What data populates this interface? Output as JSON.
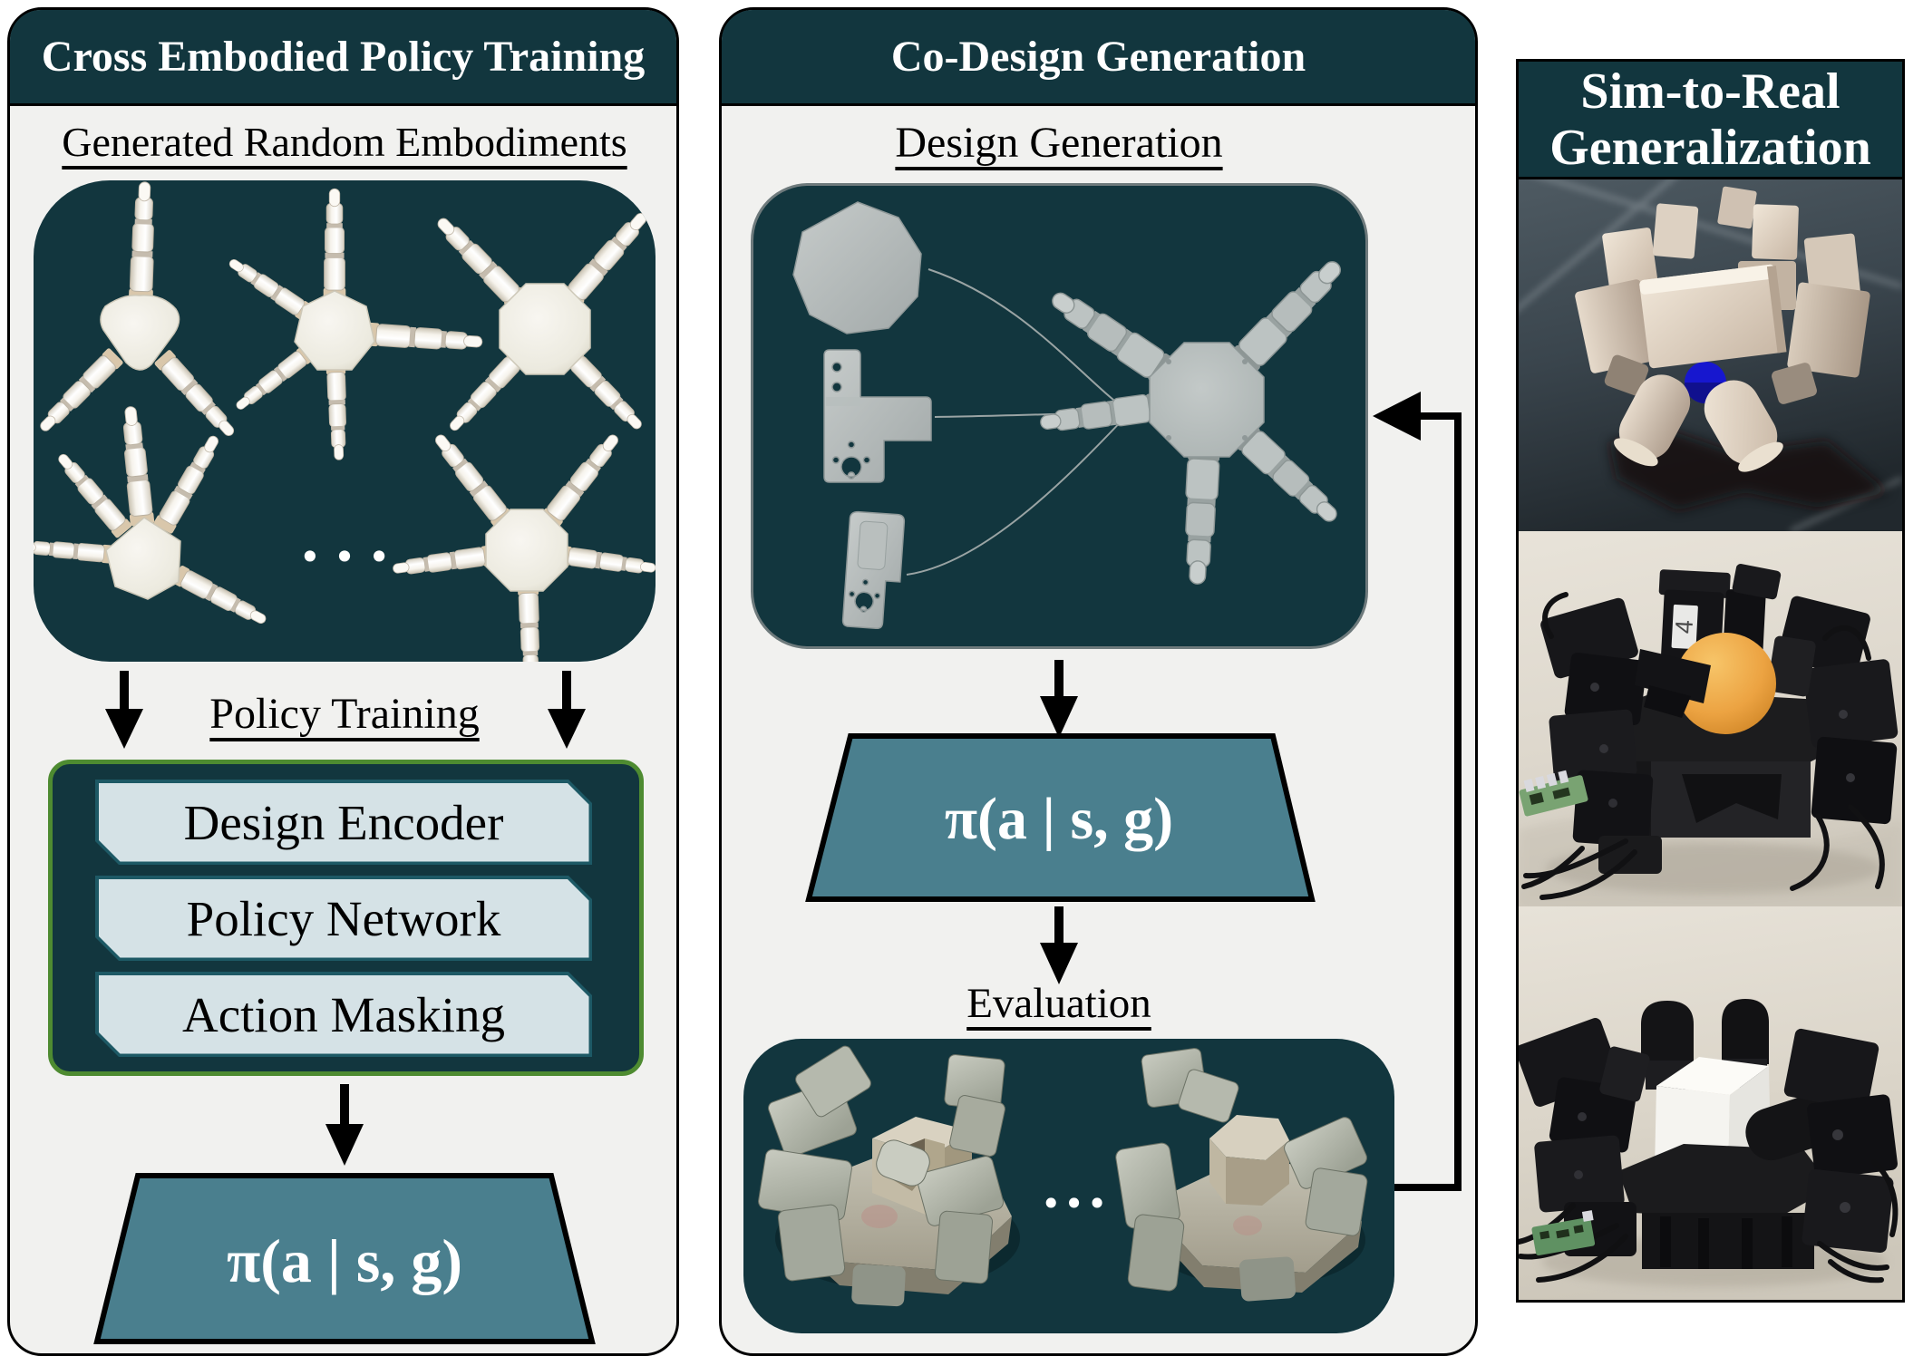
{
  "palette": {
    "dark_teal": "#12363e",
    "panel_bg": "#f1f1ef",
    "page_bg": "#ffffff",
    "light_blue": "#d5e2e6",
    "box_border_teal": "#1d5965",
    "green_border": "#4e8b31",
    "trapezoid_fill": "#4a7f8e",
    "arrow_black": "#000000",
    "white_hand": "#f3f0e9",
    "gray_part": "#b4bab9",
    "orange_ball": "#eda33f",
    "blue_ball": "#1b1bd6"
  },
  "left_panel": {
    "title": "Cross Embodied Policy Training",
    "section_heading": "Generated Random Embodiments",
    "training_heading": "Policy Training",
    "pipeline_boxes": [
      {
        "label": "Design Encoder"
      },
      {
        "label": "Policy Network"
      },
      {
        "label": "Action Masking"
      }
    ],
    "policy_symbol": "π(a | s, g)",
    "ellipsis": "• • •"
  },
  "middle_panel": {
    "title": "Co-Design Generation",
    "design_heading": "Design Generation",
    "policy_symbol": "π(a | s, g)",
    "evaluation_heading": "Evaluation",
    "ellipsis": "•••"
  },
  "right_panel": {
    "title_line1": "Sim-to-Real",
    "title_line2": "Generalization",
    "finger_label": "4"
  }
}
